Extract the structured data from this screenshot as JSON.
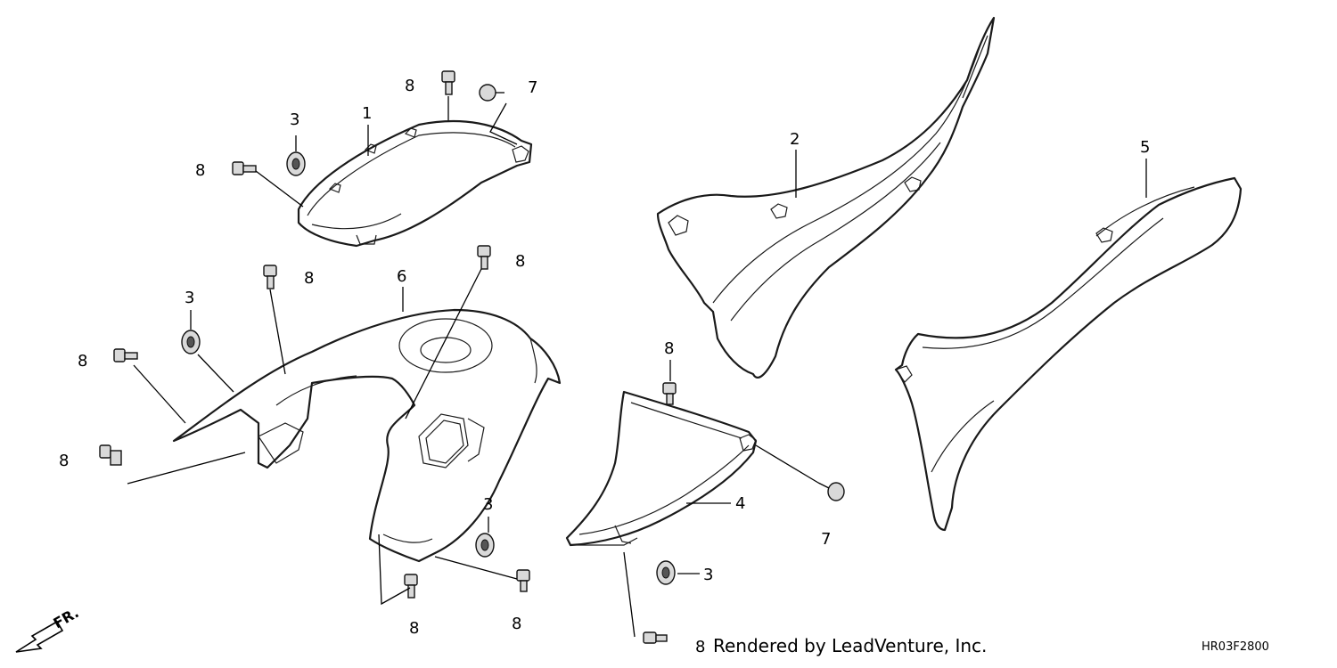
{
  "callouts": {
    "c1": "1",
    "c2": "2",
    "c3a": "3",
    "c3b": "3",
    "c3c": "3",
    "c3d": "3",
    "c4": "4",
    "c5": "5",
    "c6": "6",
    "c7a": "7",
    "c7b": "7",
    "c8a": "8",
    "c8b": "8",
    "c8c": "8",
    "c8d": "8",
    "c8e": "8",
    "c8f": "8",
    "c8g": "8",
    "c8h": "8",
    "c8i": "8",
    "c8j": "8"
  },
  "watermark": "Rendered by LeadVenture, Inc.",
  "diagram_code": "HR03F2800",
  "direction_label": "FR."
}
